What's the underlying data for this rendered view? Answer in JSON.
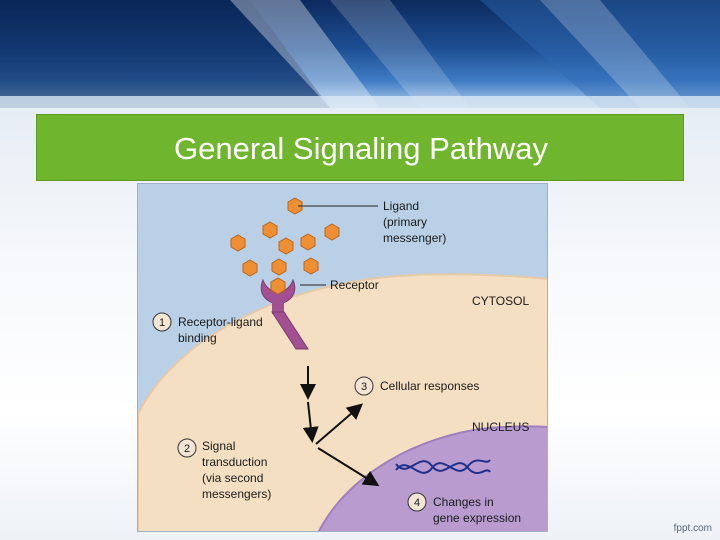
{
  "slide": {
    "title": "General Signaling Pathway",
    "footer": "fppt.com"
  },
  "diagram": {
    "ligand_label": [
      "Ligand",
      "(primary",
      "messenger)"
    ],
    "receptor_label": "Receptor",
    "cytosol_label": "CYTOSOL",
    "nucleus_label": "NUCLEUS",
    "steps": [
      {
        "number": "1",
        "lines": [
          "Receptor-ligand",
          "binding"
        ]
      },
      {
        "number": "2",
        "lines": [
          "Signal",
          "transduction",
          "(via second",
          "messengers)"
        ]
      },
      {
        "number": "3",
        "lines": [
          "Cellular responses"
        ]
      },
      {
        "number": "4",
        "lines": [
          "Changes in",
          "gene expression"
        ]
      }
    ]
  },
  "colors": {
    "title_bar": "#6fb52e",
    "extracellular": "#b9d0e6",
    "cytosol": "#f5dfc2",
    "nucleus": "#b99bd0",
    "ligand": "#ef8f34",
    "receptor": "#a25091"
  }
}
